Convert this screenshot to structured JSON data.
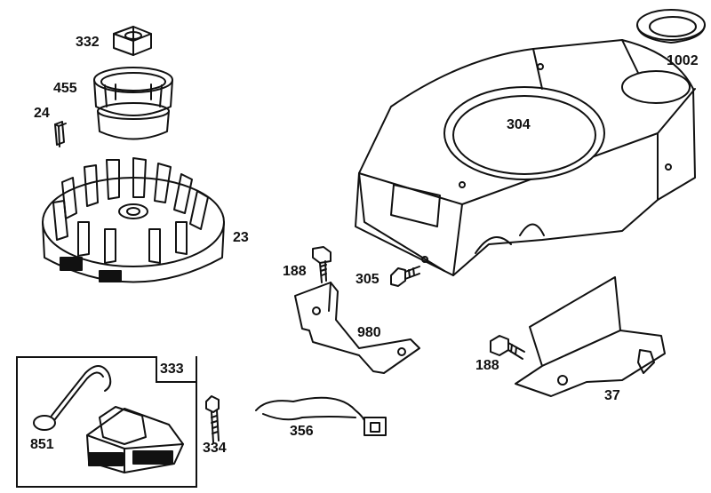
{
  "diagram": {
    "colors": {
      "line": "#111111",
      "background": "#ffffff"
    },
    "parts": [
      {
        "id": "nut",
        "label": "332"
      },
      {
        "id": "starter-cup",
        "label": "455"
      },
      {
        "id": "key",
        "label": "24"
      },
      {
        "id": "flywheel",
        "label": "23"
      },
      {
        "id": "blower-housing",
        "label": "304"
      },
      {
        "id": "grommet",
        "label": "1002"
      },
      {
        "id": "screw-188-left",
        "label": "188"
      },
      {
        "id": "screw-305",
        "label": "305"
      },
      {
        "id": "bracket-980",
        "label": "980"
      },
      {
        "id": "screw-188-right",
        "label": "188"
      },
      {
        "id": "shield-37",
        "label": "37"
      },
      {
        "id": "ground-wire",
        "label": "356"
      },
      {
        "id": "screw-334",
        "label": "334"
      },
      {
        "id": "armature-assembly",
        "label": "333"
      },
      {
        "id": "spark-plug-boot",
        "label": "851"
      }
    ]
  }
}
